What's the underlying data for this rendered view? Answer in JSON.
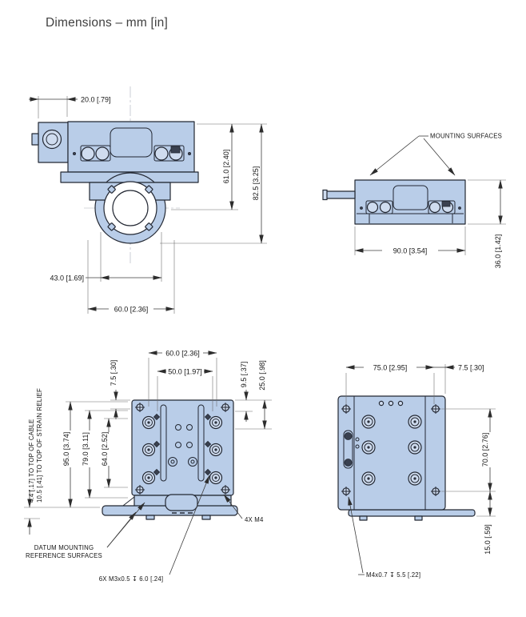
{
  "title": "Dimensions – mm [in]",
  "colors": {
    "bg": "#ffffff",
    "body_fill": "#b9cde8",
    "body_fill_light": "#cfdcef",
    "outline": "#232833",
    "dark_detail": "#3a4150",
    "dim_line": "#3c3c3c",
    "dim_text": "#141414"
  },
  "front_view": {
    "d20": "20.0 [.79]",
    "d61": "61.0 [2.40]",
    "d82": "82.5 [3.25]",
    "d43": "43.0 [1.69]",
    "d60": "60.0 [2.36]"
  },
  "side_view": {
    "mounting_note": "MOUNTING SURFACES",
    "d90": "90.0 [3.54]",
    "d36": "36.0 [1.42]"
  },
  "bottom_view": {
    "d60": "60.0 [2.36]",
    "d50": "50.0 [1.97]",
    "d7_5": "7.5 [.30]",
    "d9_5": "9.5 [.37]",
    "d25": "25.0 [.98]",
    "d95": "95.0 [3.74]",
    "d79": "79.0 [3.11]",
    "d64": "64.0 [2.52]",
    "cable_note": "4.4 [.17] TO TOP OF CABLE",
    "strain_note": "10.5 [.41] TO TOP OF STRAIN RELIEF",
    "datum_note_1": "DATUM MOUNTING",
    "datum_note_2": "REFERENCE SURFACES",
    "thread_note_4x": "4X M4",
    "thread_note_6x": "6X M3x0.5 ↧ 6.0 [.24]"
  },
  "back_view": {
    "d75": "75.0 [2.95]",
    "d7_5": "7.5 [.30]",
    "d70": "70.0 [2.76]",
    "d15": "15.0 [.59]",
    "thread_note_m4": "M4x0.7 ↧ 5.5 [.22]"
  }
}
